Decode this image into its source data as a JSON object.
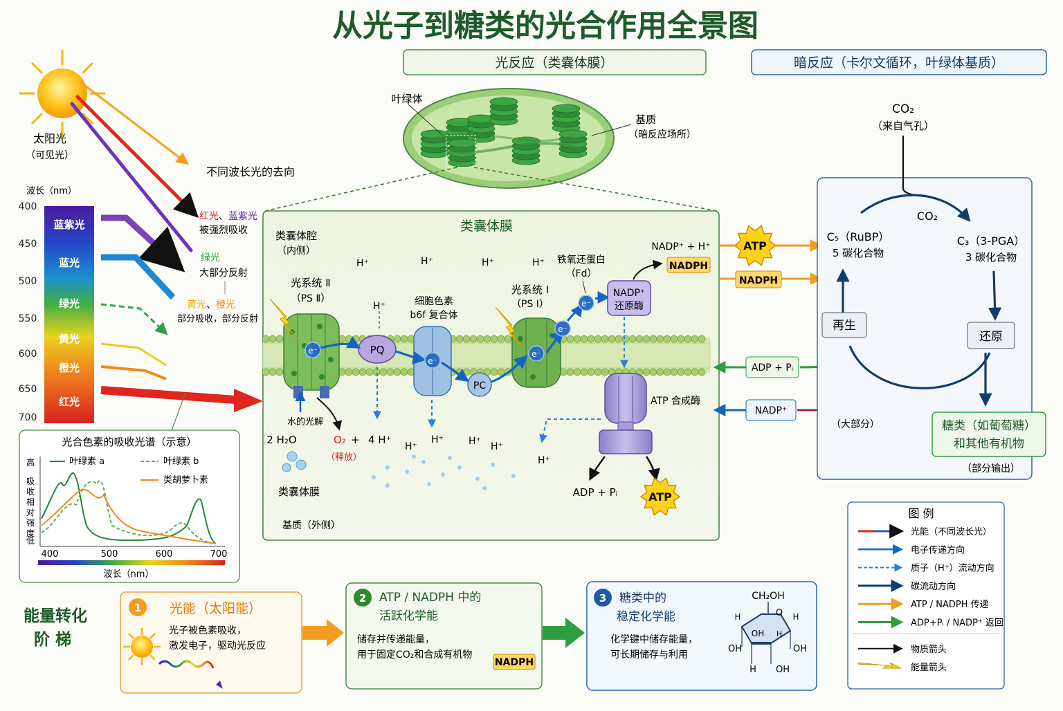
{
  "title": "从光子到糖类的光合作用全景图",
  "headers": {
    "light": "光反应（类囊体膜）",
    "dark": "暗反应（卡尔文循环，叶绿体基质）"
  },
  "sun": {
    "label": "太阳光",
    "sublabel": "（可见光）",
    "wavelength_label": "波长（nm）",
    "ticks": [
      "400",
      "450",
      "500",
      "550",
      "600",
      "650",
      "700"
    ],
    "bands": [
      {
        "label": "蓝紫光",
        "color": "#5b2aa8"
      },
      {
        "label": "蓝光",
        "color": "#1d5fc9"
      },
      {
        "label": "绿光",
        "color": "#3aa64a"
      },
      {
        "label": "黄光",
        "color": "#e8c21d"
      },
      {
        "label": "橙光",
        "color": "#f08a1d"
      },
      {
        "label": "红光",
        "color": "#d8231f"
      }
    ]
  },
  "fates": {
    "title": "不同波长光的去向",
    "red": "红光",
    "sep": "、",
    "bluepurple": "蓝紫光",
    "strong": "被强烈吸收",
    "green": "绿光",
    "green_desc": "大部分反射",
    "yellow": "黄光",
    "orange": "橙光",
    "yo_desc": "部分吸收，部分反射"
  },
  "spectrum": {
    "title": "光合色素的吸收光谱（示意）",
    "ylabel_top": "高",
    "ylabel": "吸收相对强度",
    "ylabel_bottom": "低",
    "xlabel": "波长（nm）",
    "xticks": [
      "400",
      "500",
      "600",
      "700"
    ],
    "legend": [
      "叶绿素 a",
      "叶绿素 b",
      "类胡萝卜素"
    ]
  },
  "chloroplast": {
    "label": "叶绿体",
    "stroma": "基质",
    "stroma_desc": "（暗反应场所）"
  },
  "membrane": {
    "title": "类囊体膜",
    "lumen": "类囊体腔",
    "lumen_desc": "（内侧）",
    "ps2": "光系统 Ⅱ",
    "ps2_abbr": "（PS Ⅱ）",
    "cytb6f": "细胞色素",
    "cytb6f_2": "b6f 复合体",
    "ps1": "光系统 Ⅰ",
    "ps1_abbr": "（PS Ⅰ）",
    "fd": "铁氧还蛋白",
    "fd_abbr": "（Fd）",
    "nadp_reductase": "NADP⁺",
    "nadp_reductase_2": "还原酶",
    "nadp_eq": "NADP⁺ + H⁺",
    "pq": "PQ",
    "pc": "PC",
    "electron": "e⁻",
    "hplus": "H⁺",
    "water_split": "水的光解",
    "water": "2 H₂O",
    "o2": "O₂",
    "plus": "+",
    "release": "（释放）",
    "fourh": "4 H⁺",
    "membrane_lbl": "类囊体膜",
    "stroma_out": "基质（外侧）",
    "atp_synthase": "ATP 合成酶",
    "adp_pi": "ADP + Pᵢ"
  },
  "calvin": {
    "co2_top": "CO₂",
    "co2_source": "（来自气孔）",
    "co2_inner": "CO₂",
    "c5": "C₅（RuBP）",
    "c5_desc": "5 碳化合物",
    "c3": "C₃（3-PGA）",
    "c3_desc": "3 碳化合物",
    "regen": "再生",
    "reduce": "还原",
    "adp_pi": "ADP + Pᵢ",
    "nadp": "NADP⁺",
    "majority": "（大部分）",
    "sugar": "糖类（如葡萄糖）",
    "sugar_2": "和其他有机物",
    "export": "（部分输出）"
  },
  "badges": {
    "atp": "ATP",
    "nadph": "NADPH"
  },
  "ladder": {
    "label": "能量转化",
    "label2": "阶 梯",
    "s1_title": "光能（太阳能）",
    "s1_desc1": "光子被色素吸收，",
    "s1_desc2": "激发电子，驱动光反应",
    "s2_title": "ATP / NADPH 中的",
    "s2_title2": "活跃化学能",
    "s2_desc1": "储存并传递能量，",
    "s2_desc2": "用于固定CO₂和合成有机物",
    "s3_title": "糖类中的",
    "s3_title2": "稳定化学能",
    "s3_desc1": "化学键中储存能量，",
    "s3_desc2": "可长期储存与利用",
    "ch2oh": "CH₂OH",
    "oh": "OH",
    "h": "H",
    "o": "O"
  },
  "legend": {
    "title": "图 例",
    "items": [
      "光能（不同波长光）",
      "电子传递方向",
      "质子（H⁺）流动方向",
      "碳流动方向",
      "ATP / NADPH 传递",
      "ADP+Pᵢ / NADP⁺ 返回",
      "物质箭头",
      "能量箭头"
    ]
  }
}
